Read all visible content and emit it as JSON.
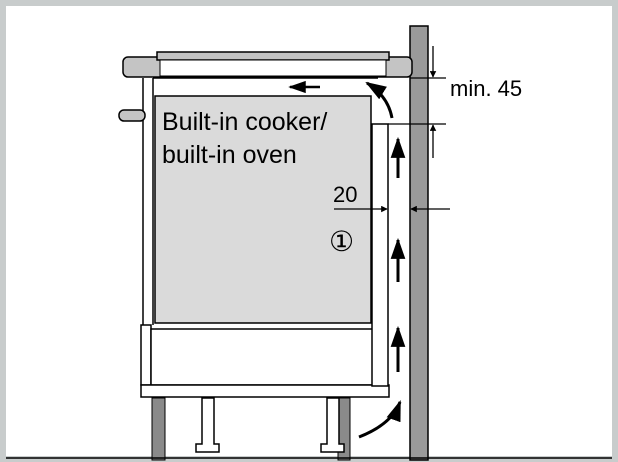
{
  "diagram": {
    "appliance_label_line1": "Built-in cooker/",
    "appliance_label_line2": "built-in oven",
    "gap_dimension": "20",
    "gap_marker": "①",
    "top_clearance": "min. 45"
  },
  "colors": {
    "background": "#ffffff",
    "outer_border": "#c8cccc",
    "oven_fill": "#dadada",
    "wall_fill": "#9a9a9a",
    "hob_fill": "#c4c4c4",
    "line": "#000000"
  }
}
